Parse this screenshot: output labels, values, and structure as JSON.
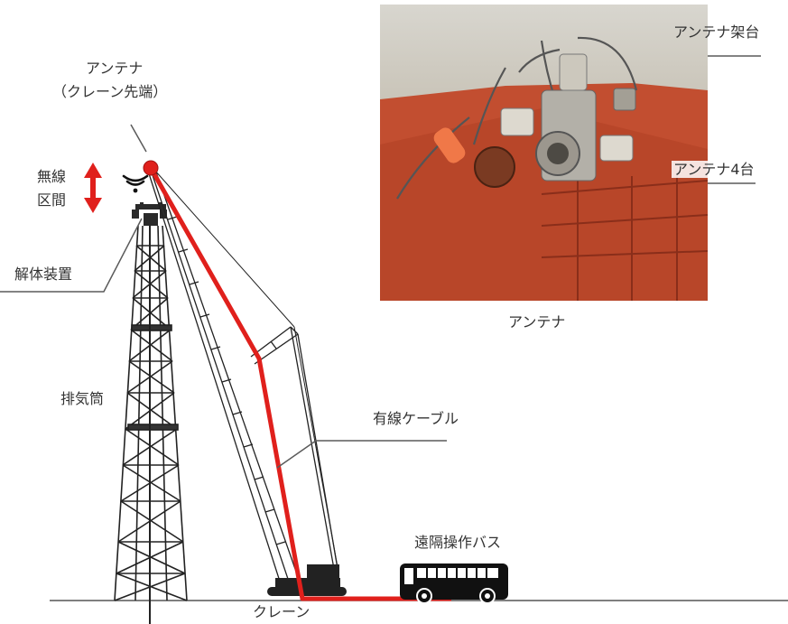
{
  "labels": {
    "antenna_tip_line1": "アンテナ",
    "antenna_tip_line2": "（クレーン先端）",
    "wireless_line1": "無線",
    "wireless_line2": "区間",
    "dismantling_device": "解体装置",
    "exhaust_stack": "排気筒",
    "wired_cable": "有線ケーブル",
    "remote_bus": "遠隔操作バス",
    "crane": "クレーン",
    "photo_caption": "アンテナ",
    "antenna_mount": "アンテナ架台",
    "antenna_count": "アンテナ4台"
  },
  "colors": {
    "cable_red": "#e0201c",
    "line_gray": "#5a5a5a",
    "structure_black": "#222222",
    "photo_orange": "#d9502c"
  },
  "icons": {
    "wireless": "wifi-signal-icon",
    "double_arrow": "vertical-double-arrow-icon",
    "antenna_dot": "antenna-dot-icon"
  }
}
